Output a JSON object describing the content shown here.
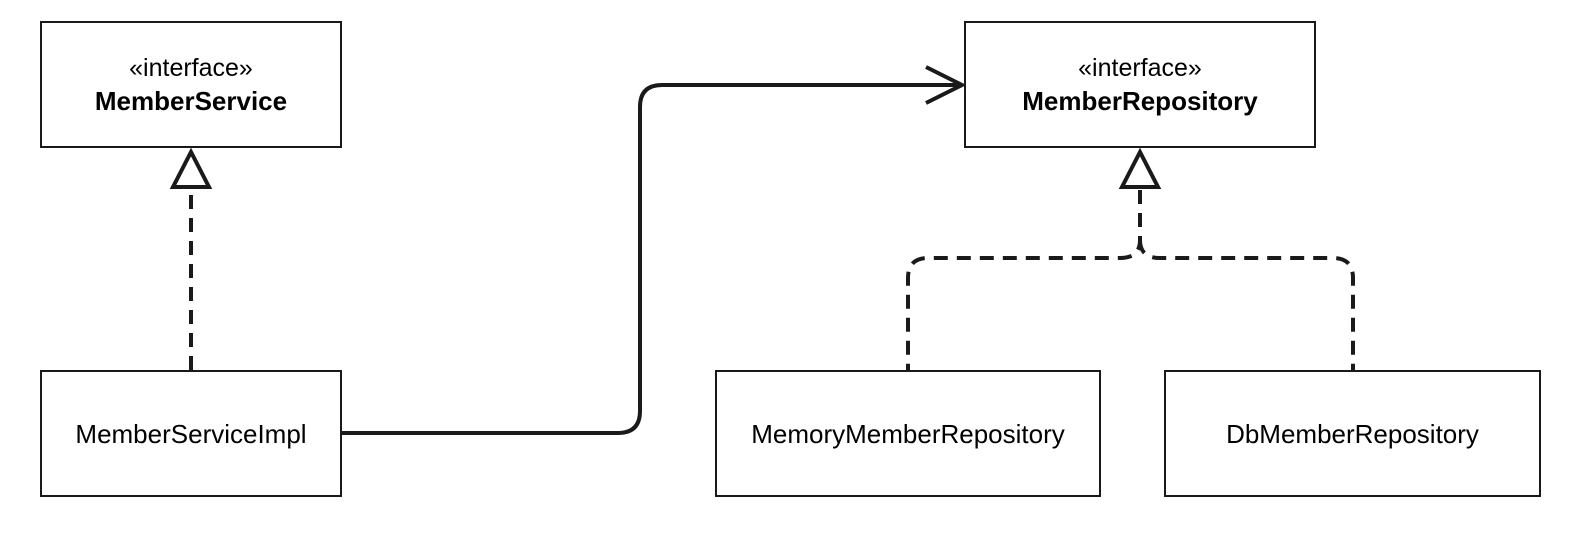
{
  "diagram": {
    "nodes": {
      "member_service": {
        "stereotype": "«interface»",
        "name": "MemberService"
      },
      "member_repository": {
        "stereotype": "«interface»",
        "name": "MemberRepository"
      },
      "member_service_impl": {
        "name": "MemberServiceImpl"
      },
      "memory_member_repository": {
        "name": "MemoryMemberRepository"
      },
      "db_member_repository": {
        "name": "DbMemberRepository"
      }
    },
    "edges": [
      {
        "from": "MemberServiceImpl",
        "to": "MemberService",
        "kind": "realization"
      },
      {
        "from": "MemberServiceImpl",
        "to": "MemberRepository",
        "kind": "association"
      },
      {
        "from": "MemoryMemberRepository",
        "to": "MemberRepository",
        "kind": "realization"
      },
      {
        "from": "DbMemberRepository",
        "to": "MemberRepository",
        "kind": "realization"
      }
    ],
    "colors": {
      "stroke": "#1a1a1a",
      "background": "#ffffff"
    }
  }
}
